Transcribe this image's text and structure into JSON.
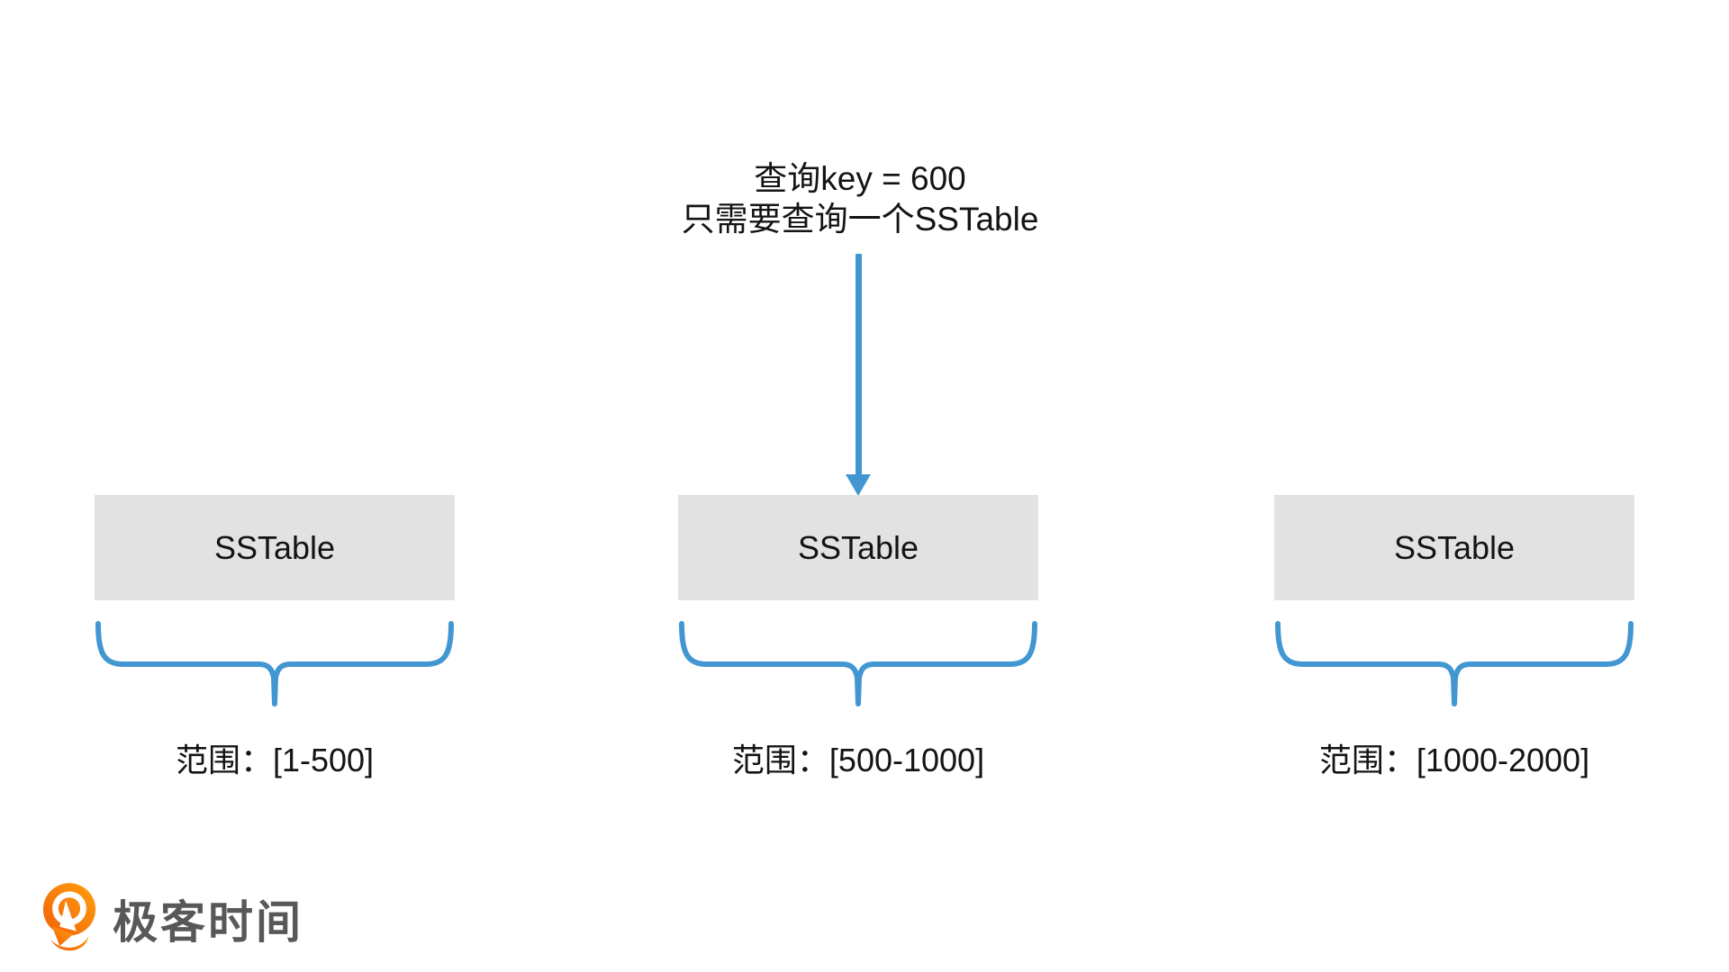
{
  "annotation": {
    "line1": "查询key = 600",
    "line2": "只需要查询一个SSTable"
  },
  "tables": [
    {
      "label": "SSTable",
      "range": "范围：[1-500]"
    },
    {
      "label": "SSTable",
      "range": "范围：[500-1000]"
    },
    {
      "label": "SSTable",
      "range": "范围：[1000-2000]"
    }
  ],
  "logo": {
    "text": "极客时间"
  },
  "colors": {
    "accent_blue": "#4297D3",
    "box_gray": "#E2E2E2",
    "text_black": "#141414",
    "logo_text_gray": "#595757",
    "logo_orange_light": "#FFA00D",
    "logo_orange_dark": "#F2600A"
  }
}
